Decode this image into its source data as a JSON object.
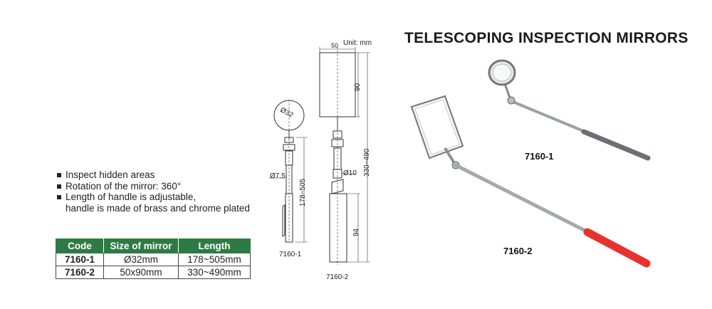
{
  "title": "TELESCOPING INSPECTION MIRRORS",
  "features": [
    "Inspect hidden areas",
    "Rotation of the mirror: 360°",
    "Length of handle is adjustable,",
    "handle is made of brass and chrome plated"
  ],
  "table": {
    "headers": [
      "Code",
      "Size of mirror",
      "Length"
    ],
    "rows": [
      {
        "code": "7160-1",
        "size": "Ø32mm",
        "length": "178~505mm"
      },
      {
        "code": "7160-2",
        "size": "50x90mm",
        "length": "330~490mm"
      }
    ]
  },
  "drawing": {
    "unit": "Unit: mm",
    "small": {
      "dia_mirror": "Ø32",
      "dia_handle": "Ø7.5",
      "length": "178~505",
      "label": "7160-1"
    },
    "large": {
      "width": "50",
      "height": "90",
      "dia_handle": "Ø10",
      "grip": "94",
      "length": "330~490",
      "label": "7160-2"
    }
  },
  "photo_labels": {
    "small": "7160-1",
    "large": "7160-2"
  },
  "colors": {
    "header_green": "#2f7a44",
    "grip_red": "#e8322e"
  }
}
